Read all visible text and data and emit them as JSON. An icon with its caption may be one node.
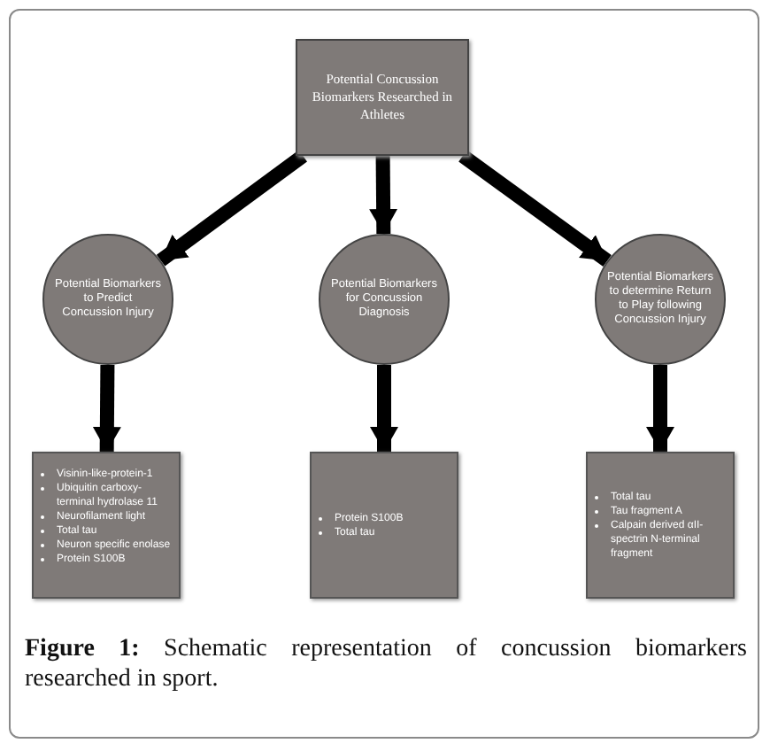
{
  "diagram": {
    "caption": "**Figure 1:** Schematic representation of concussion biomarkers researched in sport.",
    "nodes": [
      {
        "text": [
          "Potential Concussion Biomarkers Researched in Athletes"
        ]
      },
      {
        "text": [
          "Potential Biomarkers to Predict Concussion Injury"
        ]
      },
      {
        "text": [
          "Potential Biomarkers for Concussion Diagnosis"
        ]
      },
      {
        "text": [
          "Potential Biomarkers to determine Return to Play following Concussion Injury"
        ]
      },
      {
        "text": [
          "Visinin-like-protein-1",
          "Ubiquitin carboxy-terminal hydrolase 11",
          "Neurofilament light",
          "Total tau",
          "Neuron specific enolase",
          "Protein S100B"
        ]
      },
      {
        "text": [
          "Protein S100B",
          "Total tau"
        ]
      },
      {
        "text": [
          "Total tau",
          "Tau fragment A",
          "Calpain derived αII-spectrin N-terminal fragment"
        ]
      }
    ],
    "edges": [
      {
        "from": 0,
        "to": 1,
        "arrow": "to"
      },
      {
        "from": 0,
        "to": 2,
        "arrow": "to"
      },
      {
        "from": 0,
        "to": 3,
        "arrow": "to"
      },
      {
        "from": 1,
        "to": 4,
        "arrow": "to"
      },
      {
        "from": 2,
        "to": 5,
        "arrow": "to"
      },
      {
        "from": 3,
        "to": 6,
        "arrow": "to"
      }
    ]
  }
}
